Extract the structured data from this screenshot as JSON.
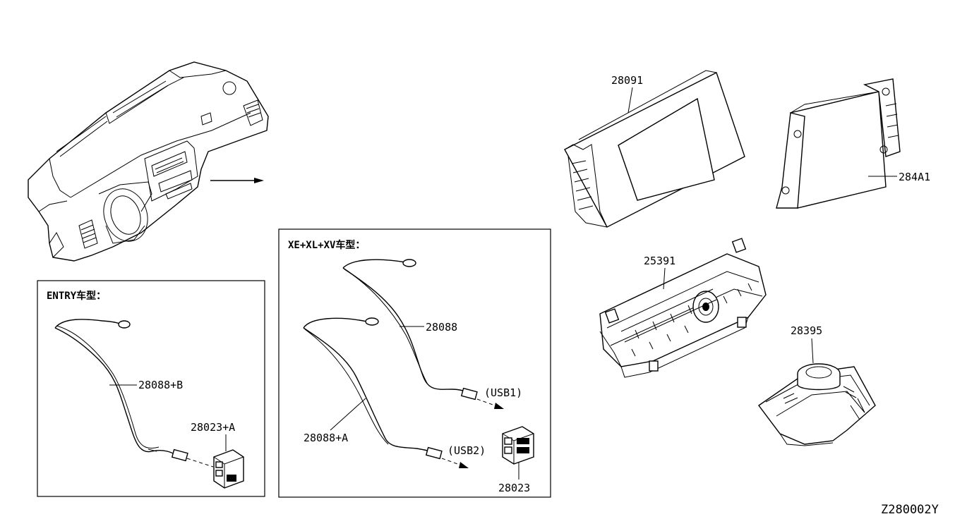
{
  "diagram_code": "Z280002Y",
  "groups": {
    "entry": {
      "title": "ENTRY车型："
    },
    "xe": {
      "title": "XE+XL+XV车型："
    }
  },
  "parts": {
    "p28091": "28091",
    "p284A1": "284A1",
    "p25391": "25391",
    "p28395": "28395",
    "p28088B": "28088+B",
    "p28023A": "28023+A",
    "p28088": "28088",
    "p28088A": "28088+A",
    "p28023": "28023",
    "usb1": "(USB1)",
    "usb2": "(USB2)"
  }
}
